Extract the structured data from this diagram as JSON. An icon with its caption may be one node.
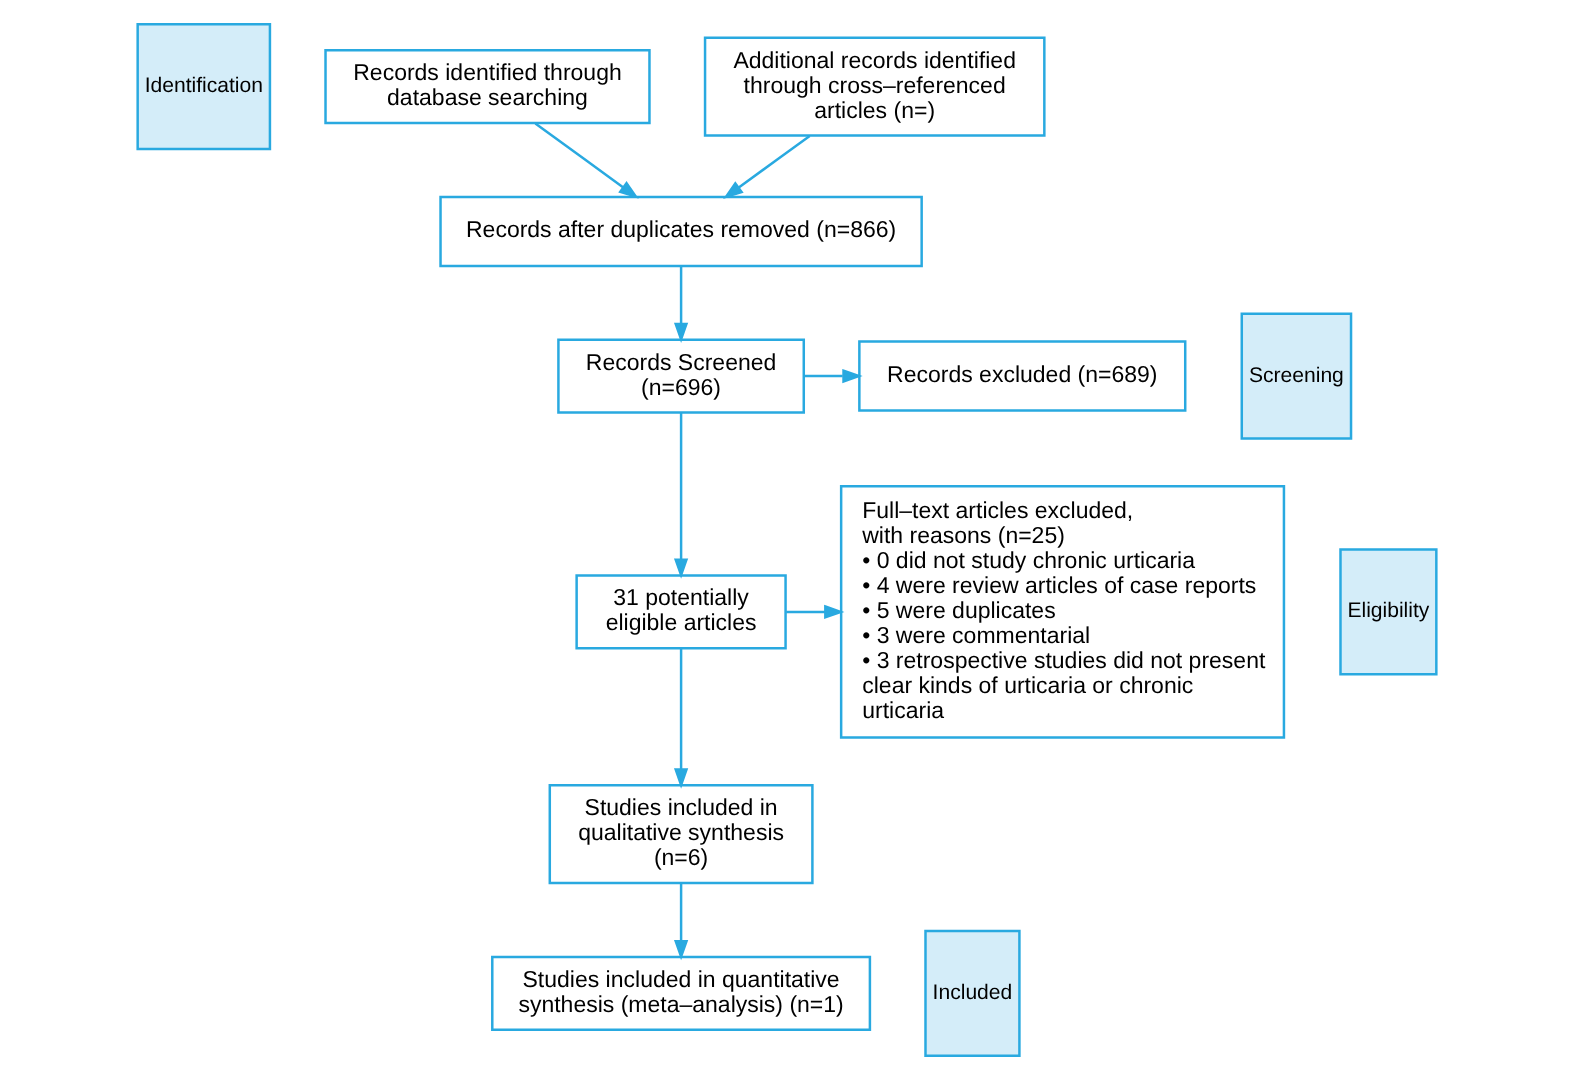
{
  "diagram": {
    "nodes": [
      {
        "text": [
          "Identification"
        ]
      },
      {
        "text": [
          "Records identified through database searching"
        ]
      },
      {
        "text": [
          "Additional records identified through cross–referenced articles (n=)"
        ]
      },
      {
        "text": [
          "Records after duplicates removed (n=866)"
        ]
      },
      {
        "text": [
          "Screening"
        ]
      },
      {
        "text": [
          "Records Screened (n=696)"
        ]
      },
      {
        "text": [
          "Records excluded (n=689)"
        ]
      },
      {
        "text": [
          "Eligibility"
        ]
      },
      {
        "text": [
          "31 potentially eligible articles"
        ]
      },
      {
        "text": [
          "Full–text articles excluded, with reasons (n=25)",
          "• 0 did not study chronic urticaria",
          "• 4 were review articles of case reports",
          "• 5 were duplicates",
          "• 3 were commentarial",
          "• 3 retrospective studies did not present clear kinds of urticaria or chronic urticaria"
        ]
      },
      {
        "text": [
          "Studies included in qualitative synthesis (n=6)"
        ]
      },
      {
        "text": [
          "Included"
        ]
      },
      {
        "text": [
          "Studies included in quantitative synthesis (meta–analysis) (n=1)"
        ]
      }
    ],
    "edges": [
      {
        "from": 1,
        "to": 3,
        "arrow": "to"
      },
      {
        "from": 2,
        "to": 3,
        "arrow": "to"
      },
      {
        "from": 3,
        "to": 5,
        "arrow": "to"
      },
      {
        "from": 5,
        "to": 6,
        "arrow": "to"
      },
      {
        "from": 5,
        "to": 8,
        "arrow": "to"
      },
      {
        "from": 8,
        "to": 9,
        "arrow": "to"
      },
      {
        "from": 8,
        "to": 10,
        "arrow": "to"
      },
      {
        "from": 10,
        "to": 12,
        "arrow": "to"
      }
    ]
  }
}
